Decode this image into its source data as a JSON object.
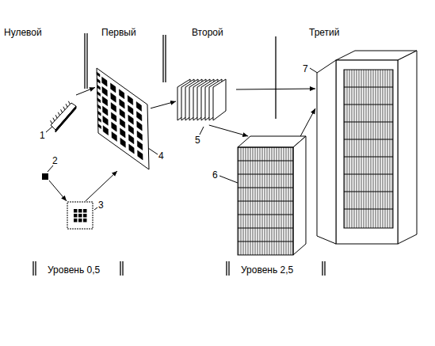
{
  "diagram": {
    "nodes": [
      {
        "text": [
          "1"
        ]
      },
      {
        "text": [
          "2"
        ]
      },
      {
        "text": [
          "3"
        ]
      },
      {
        "text": [
          "4"
        ]
      },
      {
        "text": [
          "5"
        ]
      },
      {
        "text": [
          "6"
        ]
      },
      {
        "text": [
          "7"
        ]
      }
    ],
    "edges": [
      {
        "from": 0,
        "to": 3,
        "arrow": "to"
      },
      {
        "from": 1,
        "to": 2,
        "arrow": "to"
      },
      {
        "from": 2,
        "to": 3,
        "arrow": "to"
      },
      {
        "from": 3,
        "to": 4,
        "arrow": "to"
      },
      {
        "from": 4,
        "to": 6,
        "arrow": "to"
      },
      {
        "from": 4,
        "to": 5,
        "arrow": "to"
      },
      {
        "from": 5,
        "to": 6,
        "arrow": "to"
      }
    ],
    "labels": [
      "Нулевой",
      "Первый",
      "Второй",
      "Третий",
      "Уровень 0,5",
      "Уровень 2,5"
    ]
  }
}
